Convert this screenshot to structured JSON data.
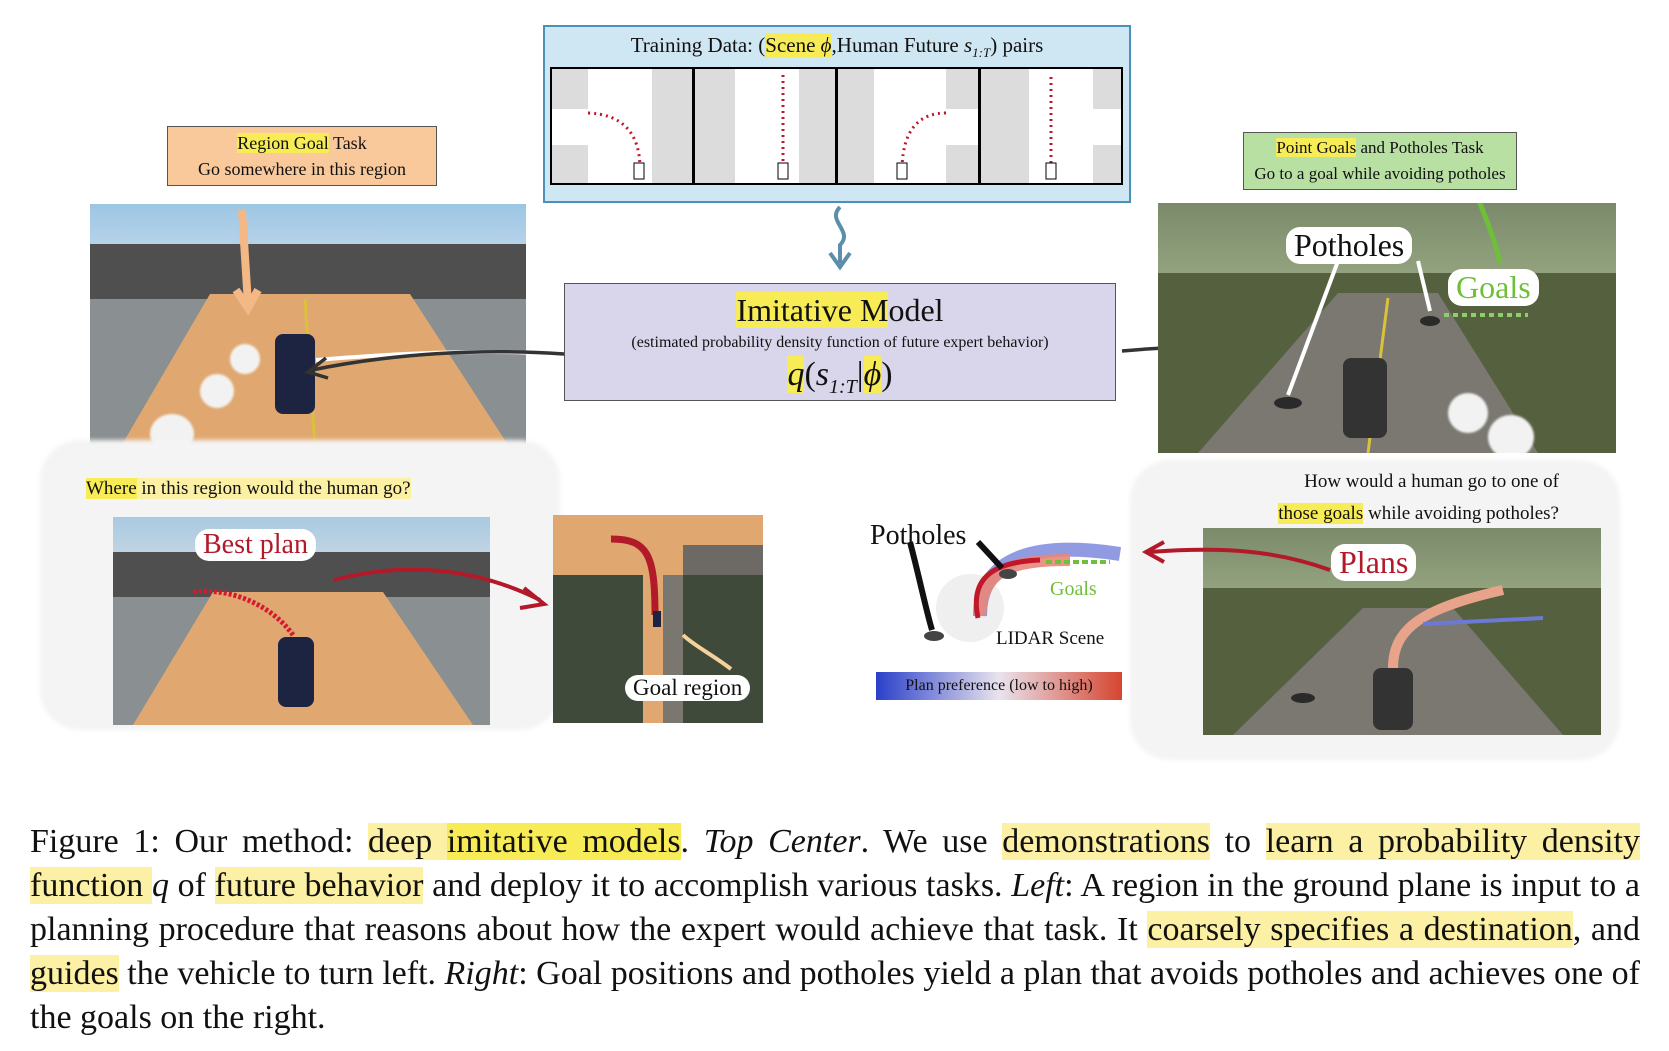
{
  "training": {
    "title_a": "Training Data: (",
    "title_scene": "Scene",
    "title_phi": " ϕ",
    "title_b": ",Human Future ",
    "title_s": "s",
    "title_sub": "1:T",
    "title_c": ") pairs"
  },
  "region_task": {
    "title_hl": "Region Goal",
    "title_rest": " Task",
    "subtitle": "Go somewhere in this region"
  },
  "point_task": {
    "title_hl": "Point Goals",
    "title_rest": " and Potholes Task",
    "subtitle": "Go to a goal while avoiding potholes"
  },
  "model": {
    "title_hl": "Imitative M",
    "title_rest": "odel",
    "subtitle": "(estimated probability density function of future expert behavior)",
    "formula_q": "q",
    "formula_open": "(",
    "formula_s": "s",
    "formula_sub": "1:T",
    "formula_bar": "|",
    "formula_phi": "ϕ",
    "formula_close": ")"
  },
  "left": {
    "question_hl": "Where",
    "question_rest": " in this region would the human go?",
    "best_plan": "Best plan",
    "goal_region": "Goal region"
  },
  "right": {
    "potholes_label": "Potholes",
    "goals_label": "Goals",
    "question_line1": "How would a human go to one of",
    "question_line2_hl": "those goals",
    "question_line2_rest": " while avoiding potholes?",
    "plans_label": "Plans",
    "lidar_potholes": "Potholes",
    "lidar_goals": "Goals",
    "lidar_scene": "LIDAR Scene",
    "plan_preference": "Plan preference (low to high)"
  },
  "caption": {
    "fig": "Figure 1: Our method: ",
    "h1": "deep ",
    "h1b": "imitative models",
    "t1": ". ",
    "top_center": "Top Center",
    "t2": ". We use ",
    "h2": "demonstrations",
    "t3": " to ",
    "h3": "learn a probability density function ",
    "q": "q",
    "t4": " of ",
    "h4": "future behavior",
    "t5": " and deploy it to accomplish various tasks. ",
    "left": "Left",
    "t6": ": A region in the ground plane is input to a planning procedure that reasons about how the expert would achieve that task. It ",
    "h5": "coarsely specifies a destination",
    "t7": ", and ",
    "h6": "guides",
    "t8": " the vehicle to turn left. ",
    "right": "Right",
    "t9": ": Goal positions and potholes yield a plan that avoids potholes and achieves one of the goals on the right."
  }
}
